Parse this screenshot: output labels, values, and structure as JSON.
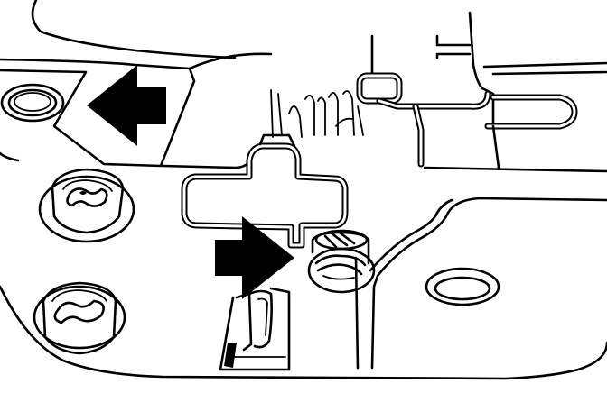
{
  "diagram": {
    "arrows": [
      {
        "name": "left-pointing-arrow",
        "direction": "left",
        "color": "#000000"
      },
      {
        "name": "right-pointing-arrow",
        "direction": "right",
        "color": "#000000"
      }
    ],
    "colors": {
      "line": "#000000",
      "background": "#ffffff"
    }
  }
}
